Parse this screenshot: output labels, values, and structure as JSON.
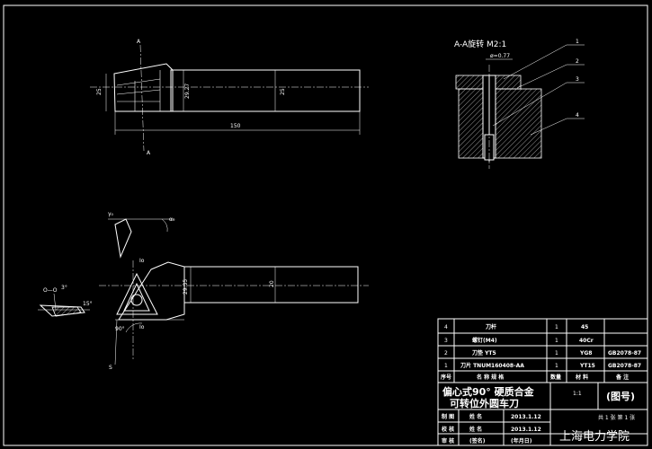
{
  "drawing": {
    "main_view": {
      "section_letter_top": "A",
      "section_letter_bottom": "A",
      "dim_overall_length": "150",
      "dim_height_left": "25",
      "dim_height_mid": "29.27",
      "dim_height_right": "25"
    },
    "section_view": {
      "title": "A-A旋转 M2:1",
      "note": "ø=0.77",
      "balloons": [
        "1",
        "2",
        "3",
        "4"
      ]
    },
    "bottom_view": {
      "dim_a": "29.35",
      "dim_b": "20",
      "label_io_top": "Io",
      "label_io_bottom": "Io",
      "label_s": "S",
      "angle_label": "90°",
      "label_a0": "α₀",
      "label_gamma": "γ₀"
    },
    "side_view": {
      "label_o_o": "O—O",
      "angle_label": "3°",
      "angle_label_2": "15°"
    }
  },
  "bom": {
    "rows": [
      {
        "no": "4",
        "name": "刀杆",
        "qty": "1",
        "material": "45",
        "note": ""
      },
      {
        "no": "3",
        "name": "螺钉(M4)",
        "qty": "1",
        "material": "40Cr",
        "note": ""
      },
      {
        "no": "2",
        "name": "刀垫 YT5",
        "qty": "1",
        "material": "YG8",
        "note": "GB2078-87"
      },
      {
        "no": "1",
        "name": "刀片 TNUM160408-AA",
        "qty": "1",
        "material": "YT15",
        "note": "GB2078-87"
      }
    ],
    "header": {
      "no": "序号",
      "name": "名 称 规 格",
      "qty": "数量",
      "material": "材 料",
      "note": "备 注"
    }
  },
  "title_block": {
    "title_line1": "偏心式90° 硬质合金",
    "title_line2": "可转位外圆车刀",
    "scale": "1:1",
    "drawing_no": "(图号)",
    "sheet": "共 1 张   第 1 张",
    "row_draw": "制 图",
    "row_check": "校 核",
    "row_approve": "审 核",
    "name_1": "姓 名",
    "name_2": "姓 名",
    "date_1": "2013.1.12",
    "date_2": "2013.1.12",
    "sign": "(签名)",
    "date_label": "(年月日)",
    "school": "上海电力学院"
  }
}
